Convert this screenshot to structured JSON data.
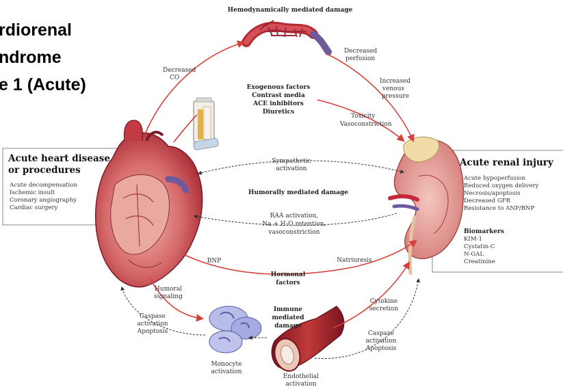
{
  "title": {
    "lines": [
      "rdiorenal",
      "ndrome",
      "e 1 (Acute)"
    ]
  },
  "top_label": "Hemodynamically mediated damage",
  "labels": {
    "decreased_co": [
      "Decreased",
      "CO"
    ],
    "decreased_perfusion": [
      "Decreased",
      "perfusion"
    ],
    "increased_venous": [
      "Increased",
      "venous",
      "pressure"
    ],
    "exogenous": [
      "Exogenous factors",
      "Contrast media",
      "ACE inhibitors",
      "Diuretics"
    ],
    "toxicity": [
      "Toxicity",
      "Vasoconstriction"
    ],
    "sympathetic": [
      "Sympathetic",
      "activation"
    ],
    "humorally": "Humorally mediated damage",
    "raa": [
      "RAA activation,",
      "Na + H₂O retention,",
      "vasoconstriction"
    ],
    "bnp": "BNP",
    "natriuresis": "Natriuresis",
    "hormonal": [
      "Hormonal",
      "factors"
    ],
    "humoral_signaling": [
      "Humoral",
      "signaling"
    ],
    "caspase_left": [
      "Caspase",
      "activation",
      "Apoptosis"
    ],
    "immune": [
      "Immune",
      "mediated",
      "damage"
    ],
    "cytokine": [
      "Cytokine",
      "secretion"
    ],
    "caspase_right": [
      "Caspase",
      "activation",
      "Apoptosis"
    ],
    "monocyte": [
      "Monocyte",
      "activation"
    ],
    "endothelial": [
      "Endothelial",
      "activation"
    ]
  },
  "left_box": {
    "heading": [
      "Acute heart disease",
      "or procedures"
    ],
    "items": [
      "Acute decompensation",
      "Ischemic insult",
      "Coronary angiography",
      "Cardiac surgery"
    ]
  },
  "right_box": {
    "heading": "Acute renal injury",
    "items": [
      "Acute hypoperfusion",
      "Reduced oxygen delivery",
      "Necrosis/apoptosis",
      "Decreased GFR",
      "Resistance to ANP/BNP"
    ],
    "biomarkers_heading": "Biomarkers",
    "biomarkers": [
      "KIM-1",
      "Cystatin-C",
      "N-GAL",
      "Creatinine"
    ]
  },
  "colors": {
    "arrow_red": "#d6403c",
    "heart": "#c8323a",
    "kidney": "#d97a7a",
    "vessel": "#a8202a",
    "monocyte": "#9aa0d8"
  }
}
